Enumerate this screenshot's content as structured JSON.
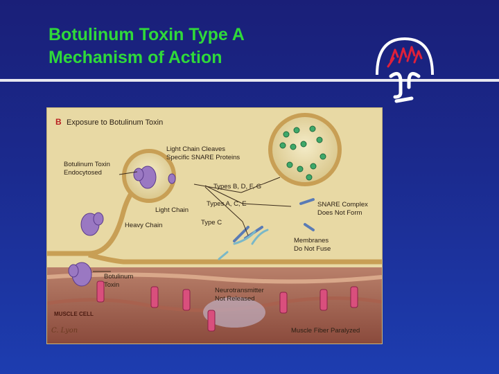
{
  "slide": {
    "title_line1": "Botulinum Toxin Type A",
    "title_line2": "Mechanism of Action",
    "colors": {
      "background": "#1b2a8e",
      "title": "#2fd93a",
      "rule": "#e8e8f0",
      "logo_red": "#e0203a"
    }
  },
  "logo": {
    "icon": "pharma-logo-icon"
  },
  "figure": {
    "panel_letter": "B",
    "heading": "Exposure to Botulinum Toxin",
    "labels": {
      "endocytosed": "Botulinum Toxin\nEndocytosed",
      "light_chain_cleaves": "Light Chain Cleaves\nSpecific SNARE Proteins",
      "types_bdfg": "Types B, D, F, G",
      "types_ace": "Types A, C, E",
      "type_c": "Type C",
      "light_chain": "Light Chain",
      "heavy_chain": "Heavy Chain",
      "snare_complex": "SNARE Complex\nDoes Not Form",
      "membranes": "Membranes\nDo Not Fuse",
      "botulinum_toxin": "Botulinum\nToxin",
      "neurotransmitter": "Neurotransmitter\nNot Released",
      "muscle_cell": "MUSCLE CELL",
      "muscle_fiber": "Muscle Fiber Paralyzed"
    },
    "signature": "C. Lyon"
  }
}
